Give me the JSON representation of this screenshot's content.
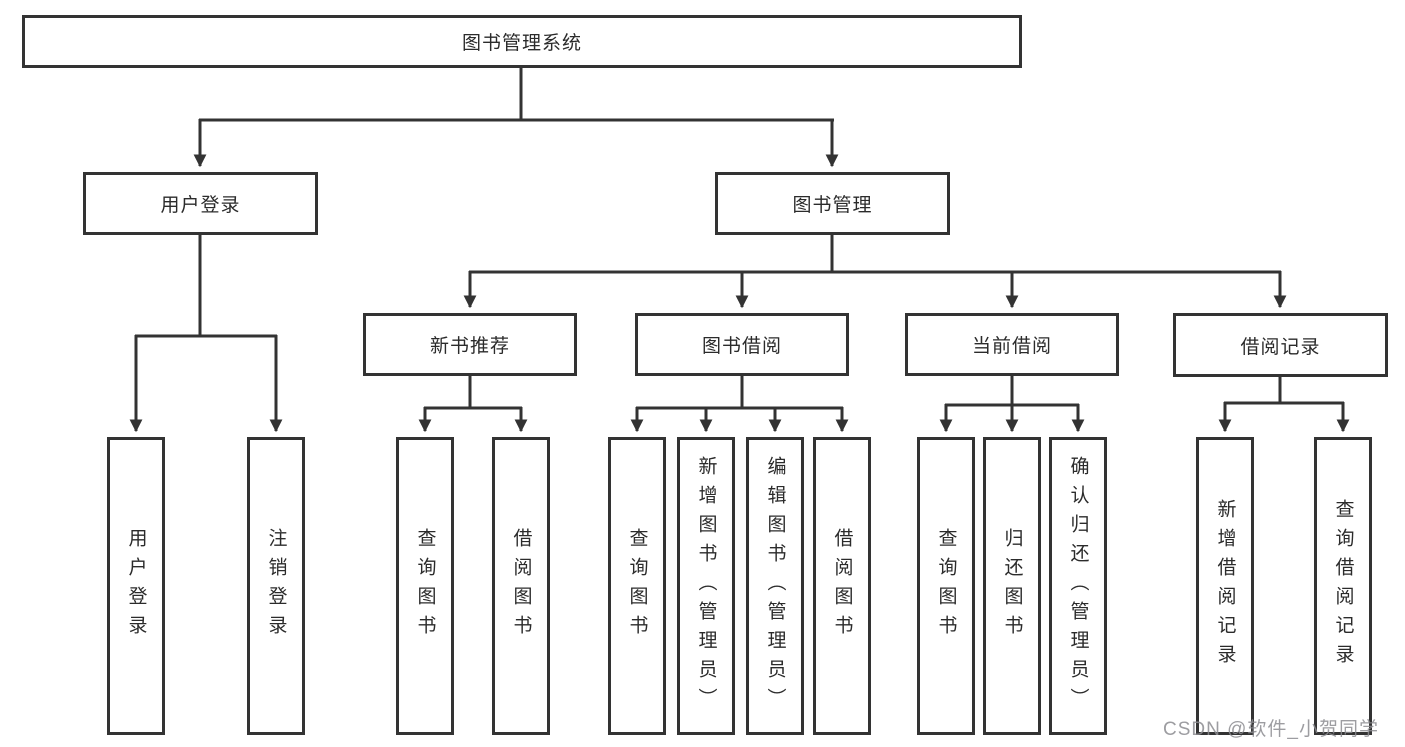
{
  "tree": {
    "root": {
      "label": "图书管理系统"
    },
    "branches": [
      {
        "label": "用户登录",
        "children": [
          {
            "label": "用户登录"
          },
          {
            "label": "注销登录"
          }
        ]
      },
      {
        "label": "图书管理",
        "sections": [
          {
            "label": "新书推荐",
            "children": [
              {
                "label": "查询图书"
              },
              {
                "label": "借阅图书"
              }
            ]
          },
          {
            "label": "图书借阅",
            "children": [
              {
                "label": "查询图书"
              },
              {
                "label": "新增图书（管理员）"
              },
              {
                "label": "编辑图书（管理员）"
              },
              {
                "label": "借阅图书"
              }
            ]
          },
          {
            "label": "当前借阅",
            "children": [
              {
                "label": "查询图书"
              },
              {
                "label": "归还图书"
              },
              {
                "label": "确认归还（管理员）"
              }
            ]
          },
          {
            "label": "借阅记录",
            "children": [
              {
                "label": "新增借阅记录"
              },
              {
                "label": "查询借阅记录"
              }
            ]
          }
        ]
      }
    ]
  },
  "watermark": {
    "text": "CSDN @软件_小贺同学"
  },
  "colors": {
    "line": "#333333",
    "box_background": "#ffffff",
    "text": "#2b2b2b",
    "watermark": "#8c8c91"
  }
}
